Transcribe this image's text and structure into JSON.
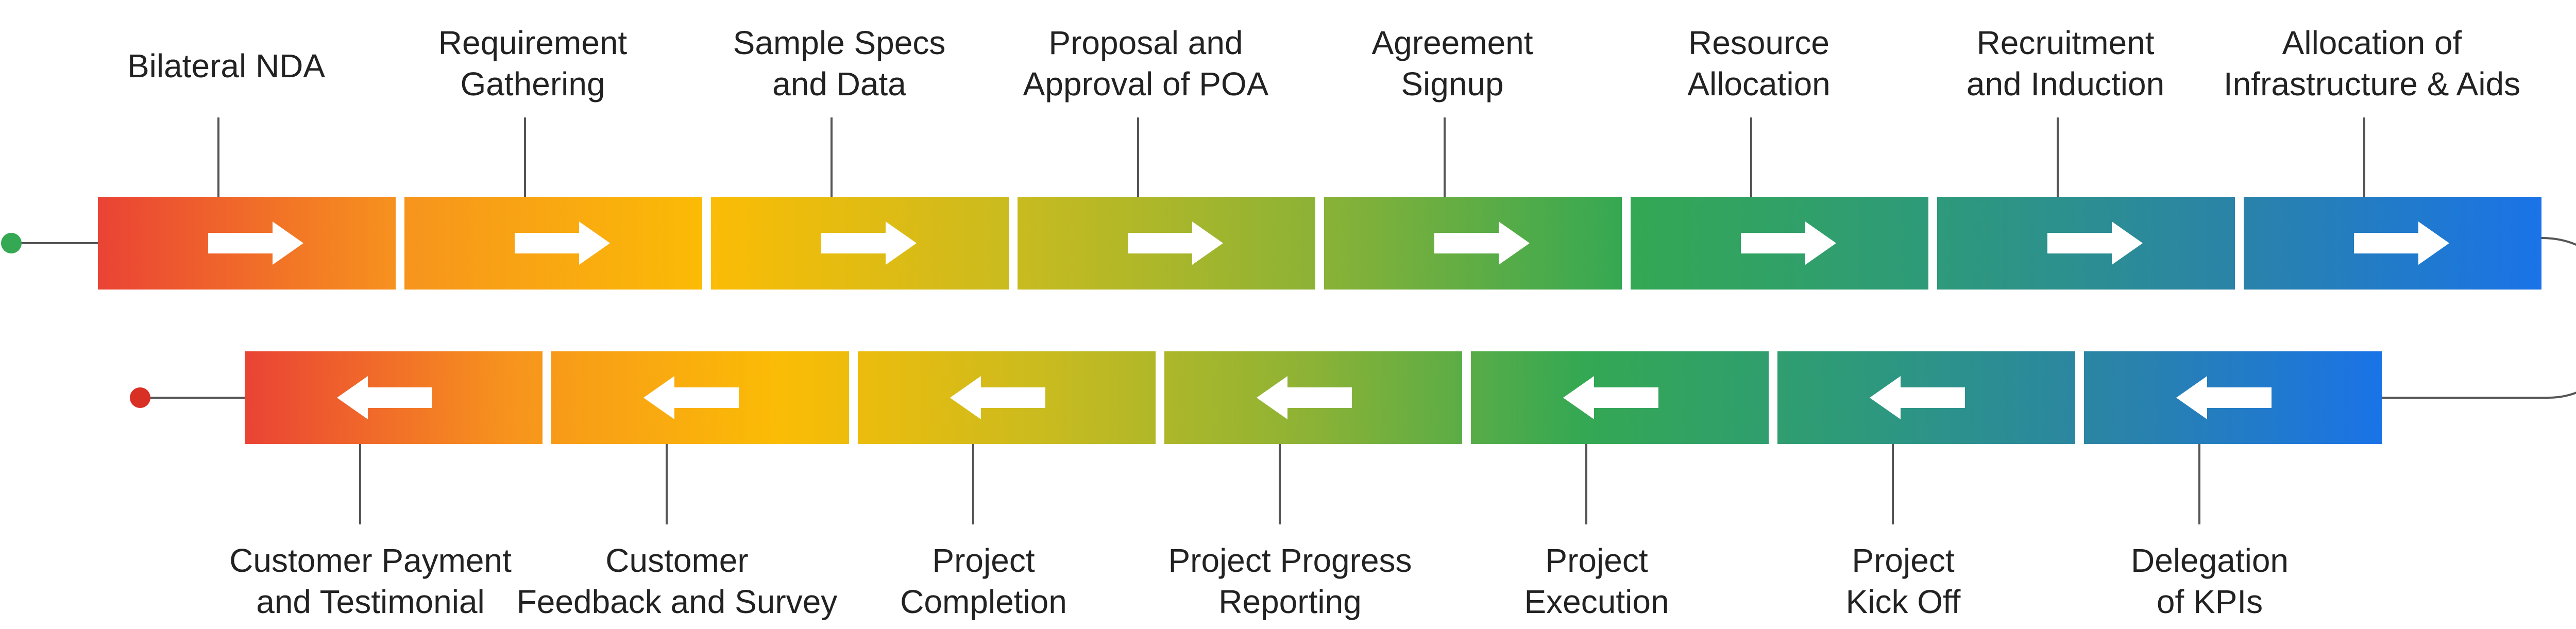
{
  "diagram": {
    "top_row": [
      {
        "lines": [
          "Bilateral NDA"
        ]
      },
      {
        "lines": [
          "Requirement",
          "Gathering"
        ]
      },
      {
        "lines": [
          "Sample Specs",
          "and Data"
        ]
      },
      {
        "lines": [
          "Proposal and",
          "Approval of POA"
        ]
      },
      {
        "lines": [
          "Agreement",
          "Signup"
        ]
      },
      {
        "lines": [
          "Resource",
          "Allocation"
        ]
      },
      {
        "lines": [
          "Recruitment",
          "and Induction"
        ]
      },
      {
        "lines": [
          "Allocation of",
          "Infrastructure & Aids"
        ]
      }
    ],
    "bottom_row": [
      {
        "lines": [
          "Customer Payment",
          "and Testimonial"
        ]
      },
      {
        "lines": [
          "Customer",
          "Feedback and Survey"
        ]
      },
      {
        "lines": [
          "Project",
          "Completion"
        ]
      },
      {
        "lines": [
          "Project Progress",
          "Reporting"
        ]
      },
      {
        "lines": [
          "Project",
          "Execution"
        ]
      },
      {
        "lines": [
          "Project",
          "Kick Off"
        ]
      },
      {
        "lines": [
          "Delegation",
          "of KPIs"
        ]
      }
    ],
    "colors": {
      "top_gradient": [
        "#ea4335",
        "#f7941d",
        "#fbbc05",
        "#c9bb1f",
        "#8bb236",
        "#34a853",
        "#2e9a7a",
        "#2a83a8",
        "#1a73e8"
      ],
      "bottom_gradient": [
        "#ea4335",
        "#f7941d",
        "#fbbc05",
        "#c9bb1f",
        "#8bb236",
        "#34a853",
        "#2e9a7a",
        "#2a83a8",
        "#1a73e8"
      ],
      "start_dot": "#34a853",
      "end_dot": "#d93025",
      "connector": "#555555",
      "arrow": "#ffffff",
      "text": "#222222"
    }
  }
}
